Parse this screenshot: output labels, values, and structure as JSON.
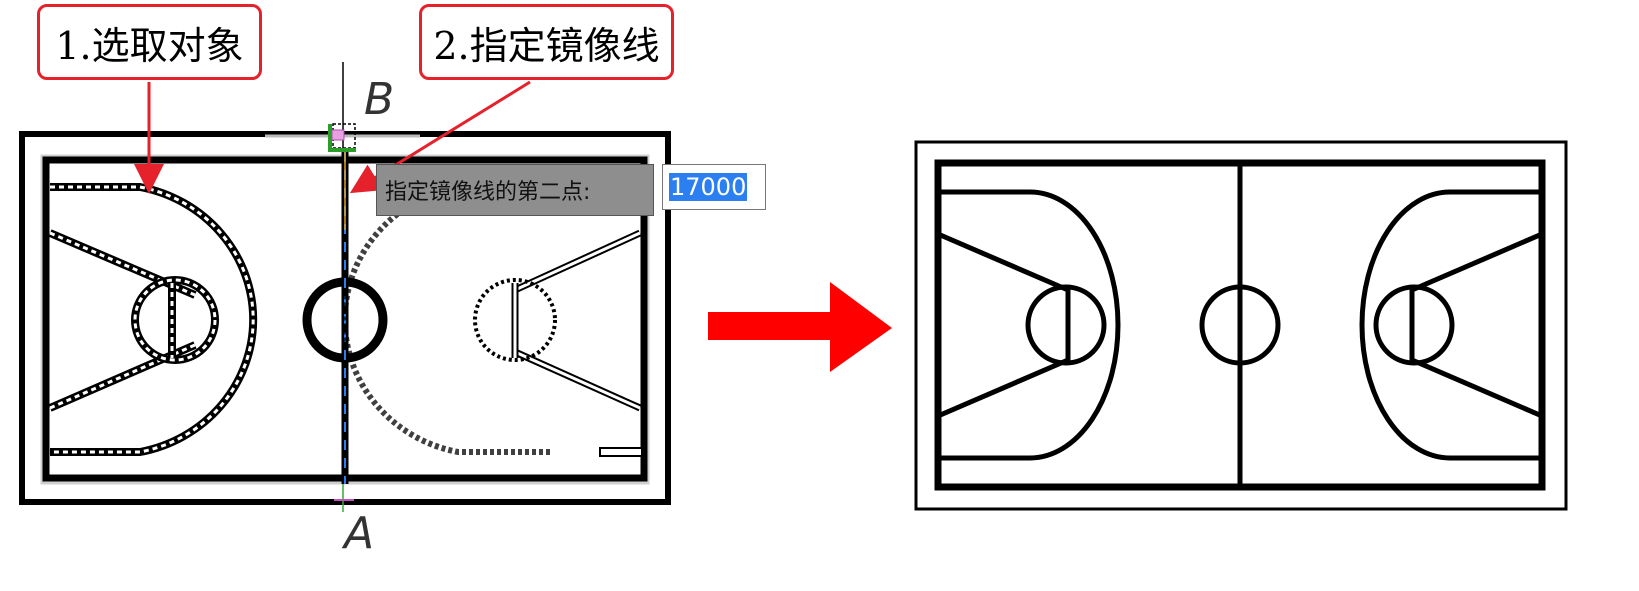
{
  "callouts": {
    "select_objects": "1.选取对象",
    "specify_mirror_line": "2.指定镜像线"
  },
  "command_prompt": {
    "label": "指定镜像线的第二点:",
    "value": "17000"
  },
  "points": {
    "b": "B",
    "a": "A"
  },
  "colors": {
    "callout_border": "#e5222b",
    "arrow": "#ff0000",
    "selection_highlight": "#2c7ff0"
  }
}
